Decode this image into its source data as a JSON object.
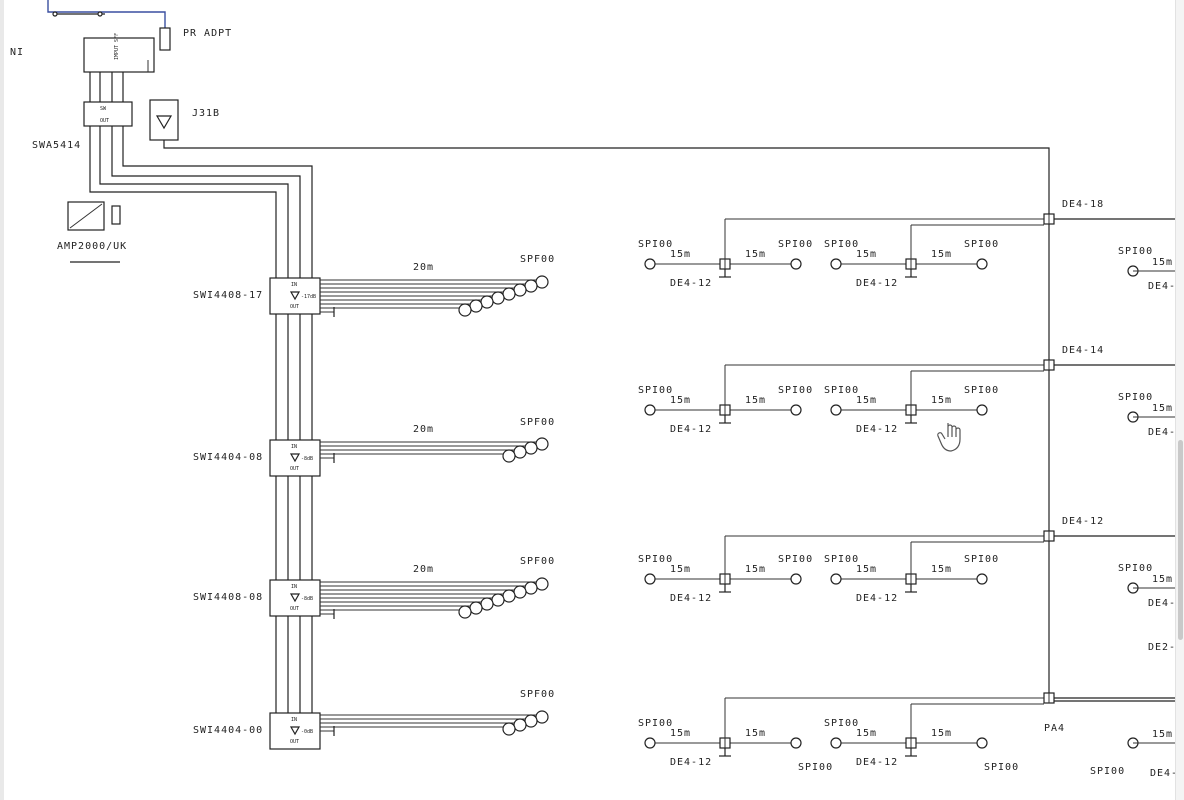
{
  "labels": {
    "ni": "NI",
    "pr_adpt": "PR ADPT",
    "j31b": "J31B",
    "swa5414": "SWA5414",
    "amp2000": "AMP2000/UK",
    "sw_in": "SW",
    "sw_out": "OUT",
    "amp_top": "IMPUT SFF",
    "tr_in": "IN",
    "tr_out": "OUT"
  },
  "switches": [
    {
      "name": "SWI4408-17",
      "level": "-17dB",
      "cable": "20m",
      "outlet": "SPF00"
    },
    {
      "name": "SWI4404-08",
      "level": "-8dB",
      "cable": "20m",
      "outlet": "SPF00"
    },
    {
      "name": "SWI4408-08",
      "level": "-8dB",
      "cable": "20m",
      "outlet": "SPF00"
    },
    {
      "name": "SWI4404-00",
      "level": "-0dB",
      "cable": "",
      "outlet": "SPF00"
    }
  ],
  "trunk": {
    "taps": [
      "DE4-18",
      "DE4-14",
      "DE4-12"
    ],
    "end_label": "PA4",
    "side_label": "DE2-"
  },
  "branch": {
    "tap": "DE4-12",
    "outlet": "SPI00",
    "cable": "15m"
  },
  "right_edge": {
    "outlet": "SPI00",
    "cable": "15m",
    "tap": "DE4-"
  }
}
